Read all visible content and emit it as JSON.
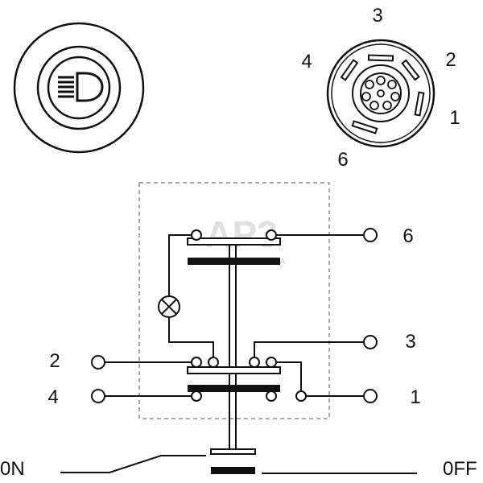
{
  "connector_pins": {
    "pin_3": "3",
    "pin_4": "4",
    "pin_2": "2",
    "pin_1": "1",
    "pin_6": "6"
  },
  "schematic_terminals": {
    "t6": "6",
    "t3": "3",
    "t2": "2",
    "t4": "4",
    "t1": "1"
  },
  "switch_states": {
    "on": "0N",
    "off": "0FF"
  },
  "watermark": {
    "logo": "AP3",
    "tagline": "AGRO PARTS BALTIA"
  },
  "icons": {
    "switch_face": "headlight-symbol-icon",
    "indicator": "lamp-icon"
  }
}
